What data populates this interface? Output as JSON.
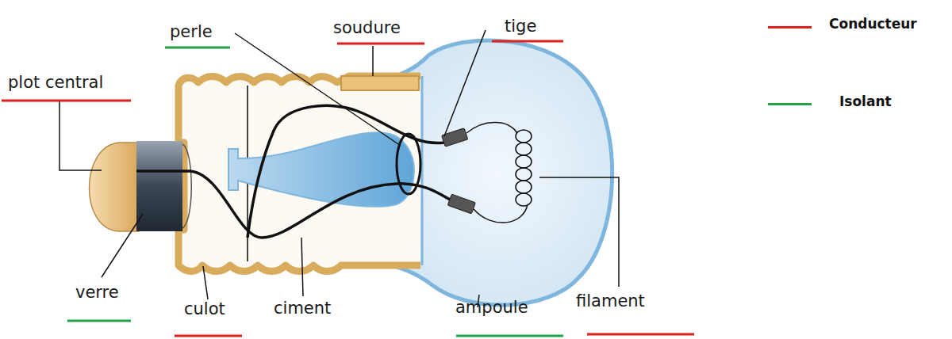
{
  "diagram": {
    "labels": [
      "perle",
      "soudure",
      "tige",
      "plot central",
      "verre",
      "culot",
      "ciment",
      "ampoule",
      "filament"
    ],
    "legend": [
      {
        "text": "Conducteur",
        "color": "#e0201c"
      },
      {
        "text": "Isolant",
        "color": "#22a04a"
      }
    ]
  }
}
